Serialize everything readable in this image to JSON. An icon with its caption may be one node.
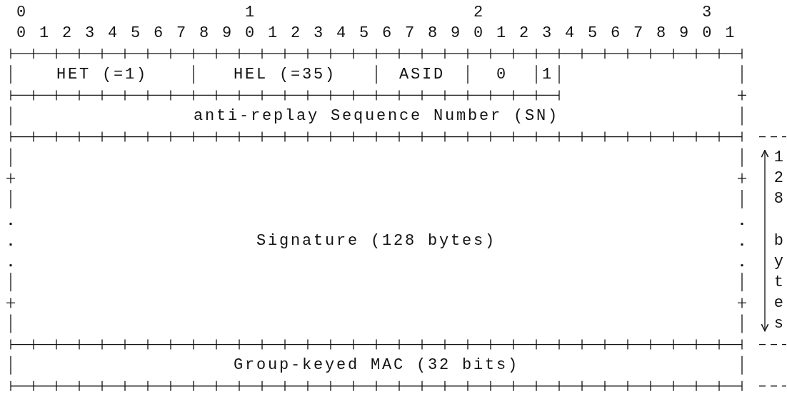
{
  "diagram": {
    "nodes": [
      {
        "text": [
          "HET (=1)"
        ]
      },
      {
        "text": [
          "HEL (=35)"
        ]
      },
      {
        "text": [
          "ASID"
        ]
      },
      {
        "text": [
          "0"
        ]
      },
      {
        "text": [
          "1"
        ]
      },
      {
        "text": [
          "anti-replay Sequence Number (SN)"
        ]
      },
      {
        "text": [
          "Signature (128 bytes)"
        ]
      },
      {
        "text": [
          "Group-keyed MAC (32 bits)"
        ]
      }
    ],
    "labels": [
      "0",
      "1",
      "2",
      "3",
      "0 1 2 3 4 5 6 7 8 9 0 1 2 3 4 5 6 7 8 9 0 1 2 3 4 5 6 7 8 9 0 1",
      "128",
      "bytes"
    ]
  }
}
